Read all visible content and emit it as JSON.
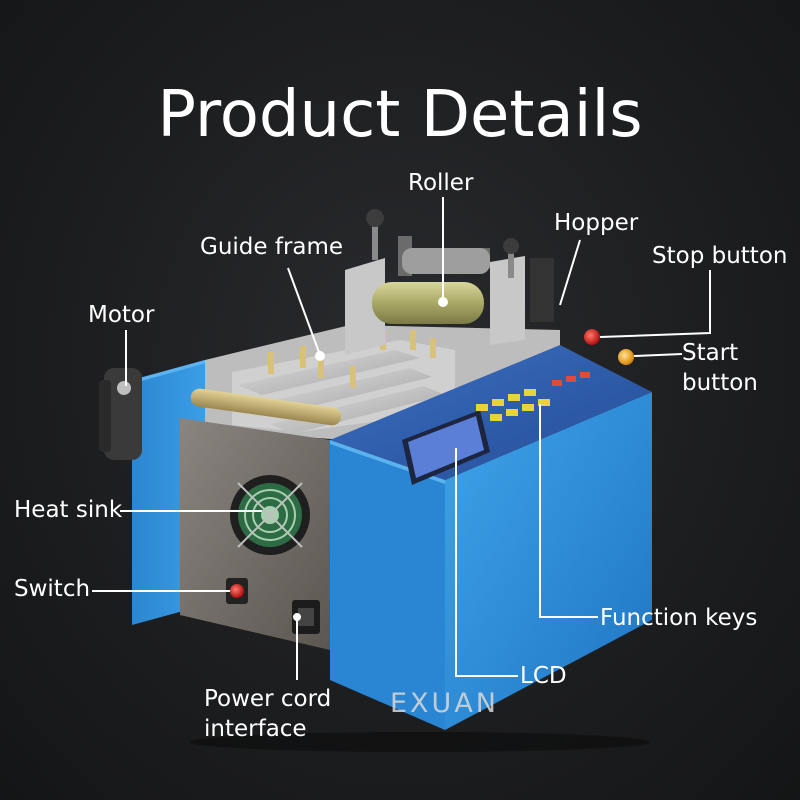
{
  "title": "Product Details",
  "labels": {
    "roller": "Roller",
    "guide_frame": "Guide frame",
    "hopper": "Hopper",
    "stop_button": "Stop button",
    "motor": "Motor",
    "start_button_line1": "Start",
    "start_button_line2": "button",
    "heat_sink": "Heat sink",
    "switch": "Switch",
    "function_keys": "Function keys",
    "lcd": "LCD",
    "power_cord_line1": "Power cord",
    "power_cord_line2": "interface"
  },
  "watermark": "EXUAN",
  "colors": {
    "background": "#1b1c1e",
    "machine_body": "#2f8fd8",
    "panel_top": "#2a4f9a",
    "roller": "#b9b97a",
    "metal": "#c9c9c9",
    "leader_lines": "#ffffff"
  }
}
